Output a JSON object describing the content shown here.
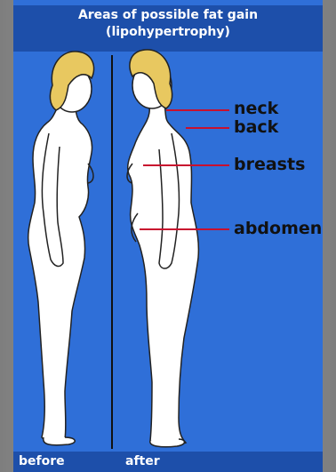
{
  "title": {
    "line1": "Areas of possible fat gain",
    "line2": "(lipohypertrophy)"
  },
  "footer": {
    "before": "before",
    "after": "after"
  },
  "labels": {
    "neck": "neck",
    "back": "back",
    "breasts": "breasts",
    "abdomen": "abdomen"
  },
  "colors": {
    "panel": "#2f6fd8",
    "header": "#1d4faa",
    "body_fill": "#ffffff",
    "hair": "#e8c860",
    "indicator": "#c8102e"
  }
}
